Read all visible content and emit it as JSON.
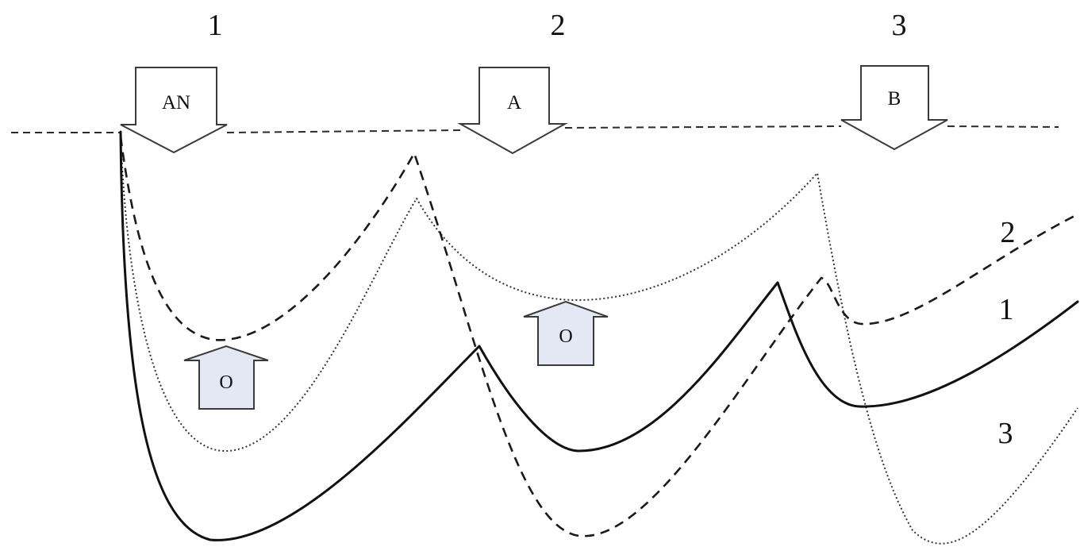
{
  "stage_numbers": [
    "1",
    "2",
    "3"
  ],
  "down_arrows": [
    "AN",
    "A",
    "B"
  ],
  "up_arrows": [
    "O",
    "O"
  ],
  "curve_labels": [
    "2",
    "1",
    "3"
  ],
  "colors": {
    "line": "#111111",
    "up_arrow_fill": "#e4e8f4",
    "down_arrow_fill": "#ffffff"
  }
}
